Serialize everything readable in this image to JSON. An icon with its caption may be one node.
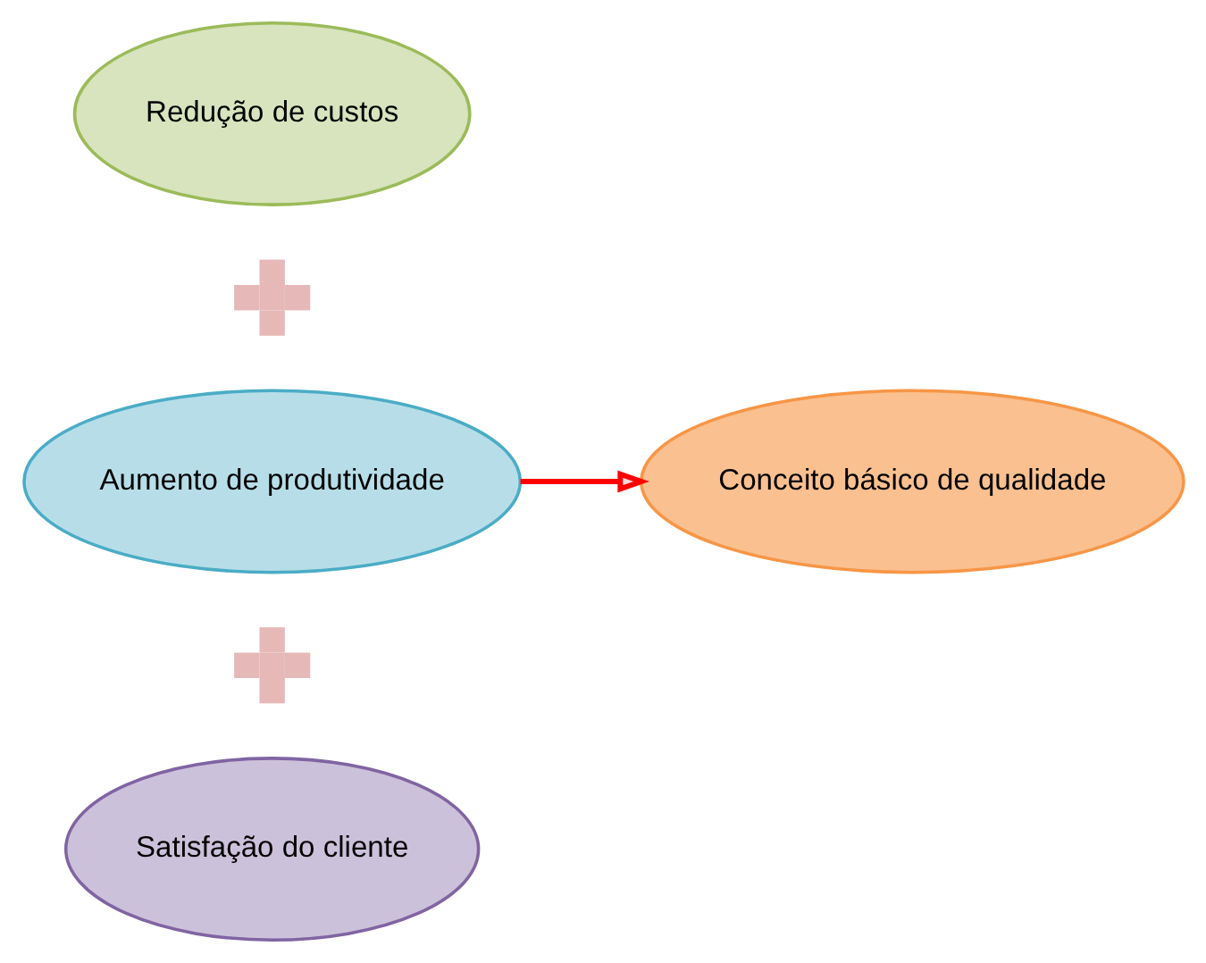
{
  "diagram": {
    "nodes": [
      {
        "text": [
          "Redução de custos"
        ]
      },
      {
        "text": [],
        "shape": "plus"
      },
      {
        "text": [
          "Aumento de produtividade"
        ]
      },
      {
        "text": [
          "Conceito básico de qualidade"
        ]
      },
      {
        "text": [],
        "shape": "plus"
      },
      {
        "text": [
          "Satisfação do cliente"
        ]
      }
    ],
    "edges": [
      {
        "from": 2,
        "to": 3,
        "arrow": "to"
      }
    ]
  }
}
